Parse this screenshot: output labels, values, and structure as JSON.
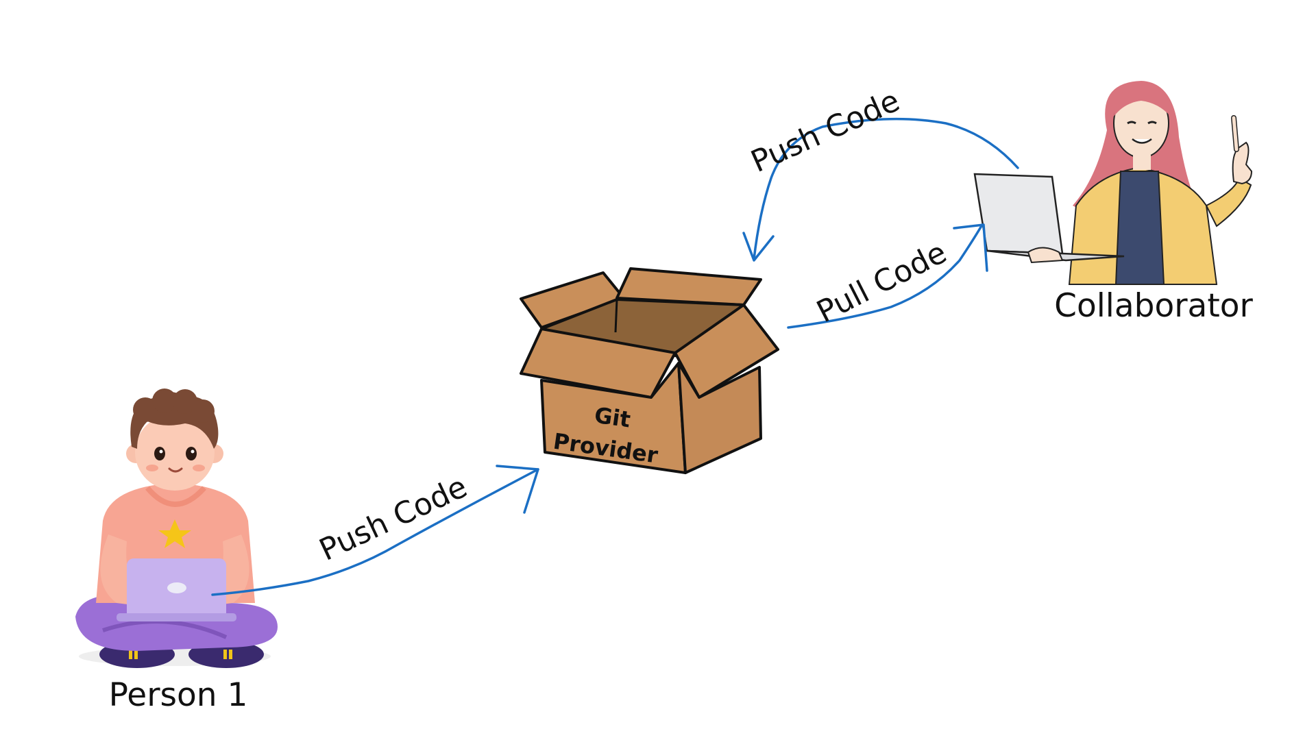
{
  "nodes": {
    "person1": {
      "label": "Person 1"
    },
    "git_provider": {
      "line1": "Git",
      "line2": "Provider"
    },
    "collaborator": {
      "label": "Collaborator"
    }
  },
  "edges": {
    "person_push": {
      "label": "Push Code"
    },
    "collab_push": {
      "label": "Push Code"
    },
    "collab_pull": {
      "label": "Pull Code"
    }
  },
  "colors": {
    "arrow": "#1b6fc4",
    "box": "#c98f5a",
    "box_inside": "#8c6339",
    "outline": "#111111"
  }
}
